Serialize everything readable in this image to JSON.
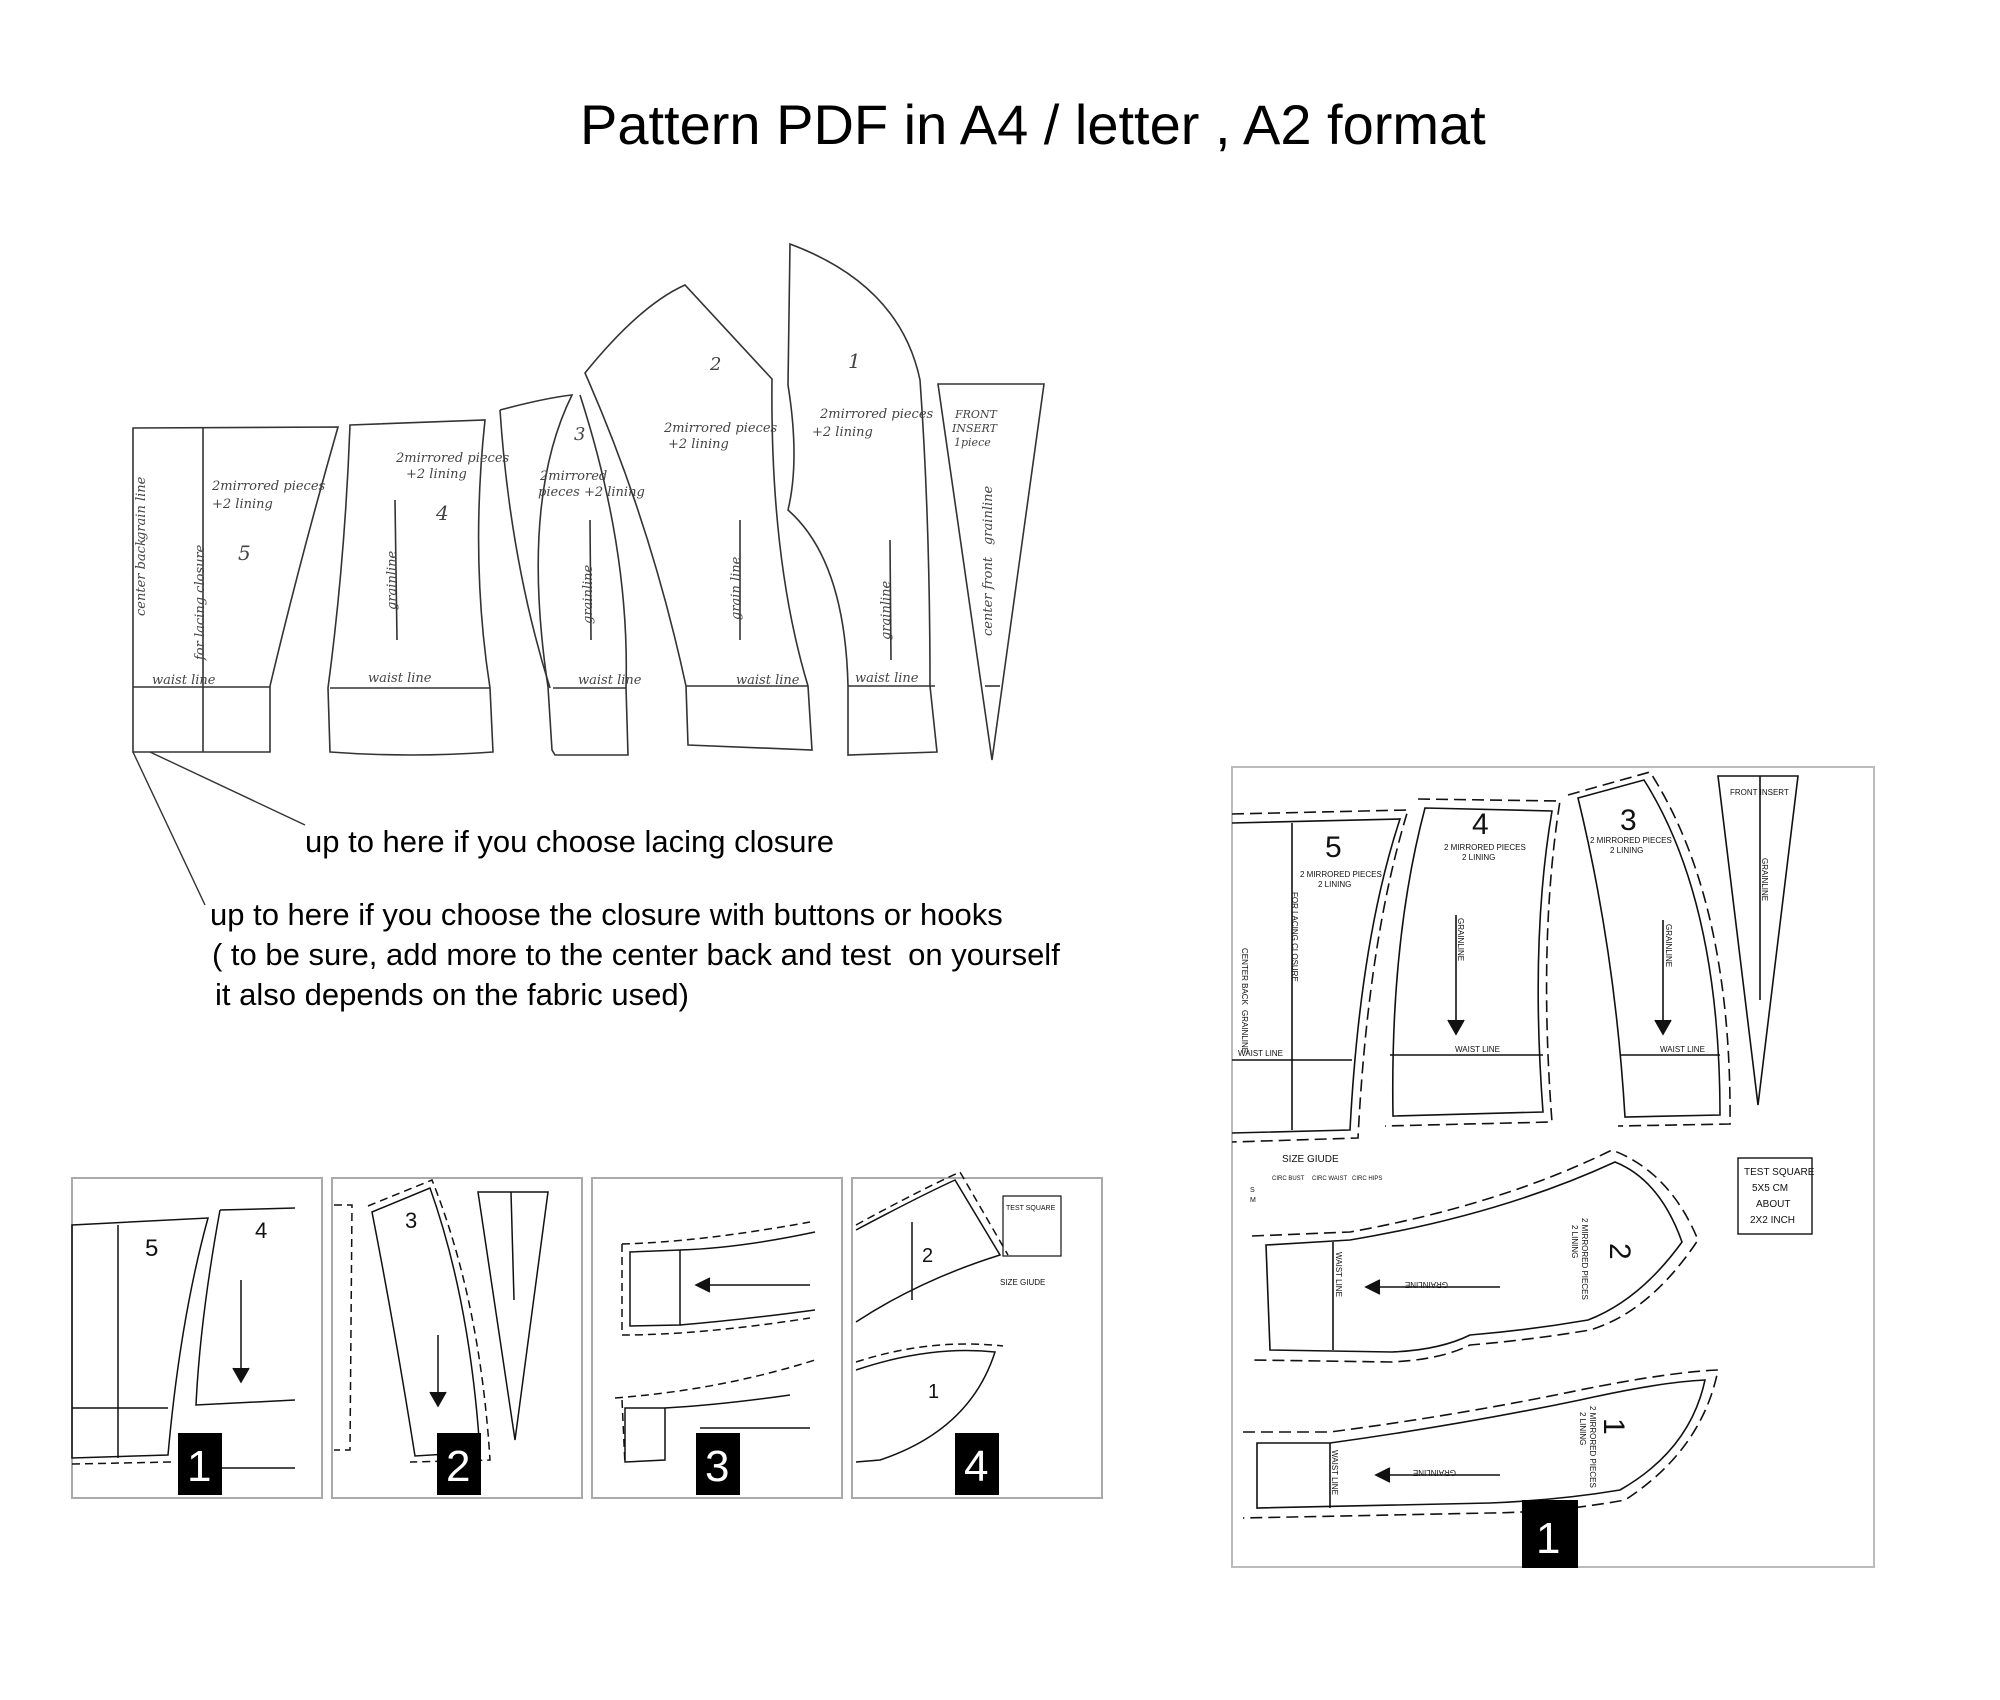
{
  "title": "Pattern PDF  in A4 / letter , A2 format",
  "notes": {
    "lacing": "up to here if you choose lacing closure",
    "buttons": "up to here if you choose the closure with buttons or hooks",
    "center_back": "( to be sure, add more to the center back and test  on yourself",
    "fabric": "it also depends on the fabric used)"
  },
  "hand_pattern": {
    "center_back": "center back",
    "grain_line": "grain line",
    "grainline": "grainline",
    "for_lacing": "for lacing closure",
    "waist_line": "waist line",
    "mirrored_pieces": "2mirrored pieces",
    "plus_lining": "+2 lining",
    "mirrored": "2mirrored",
    "pieces_lining": "pieces +2 lining",
    "front": "FRONT",
    "insert": "INSERT",
    "one_piece": "1piece",
    "center_front": "center front",
    "piece_5": "5",
    "piece_4": "4",
    "piece_3": "3",
    "piece_2": "2",
    "piece_1": "1"
  },
  "cad_sheet": {
    "piece_5": "5",
    "piece_4": "4",
    "piece_3": "3",
    "piece_2": "2",
    "piece_1": "1",
    "mirrored": "2 MIRRORED PIECES",
    "lining": "2 LINING",
    "center_back": "CENTER BACK",
    "grainline": "GRAINLINE",
    "for_lacing": "FOR LACING CLOSURE",
    "waist_line": "WAIST LINE",
    "front_insert": "FRONT INSERT",
    "size_guide": "SIZE GIUDE",
    "circ_bust": "CIRC BUST",
    "circ_waist": "CIRC WAIST",
    "circ_hips": "CIRC HIPS",
    "size_s": "S",
    "size_m": "M",
    "test_square": "TEST SQUARE",
    "test_size": "5X5 CM",
    "about": "ABOUT",
    "test_inch": "2X2 INCH",
    "page_number": "1"
  },
  "page_badges": [
    "1",
    "2",
    "3",
    "4"
  ]
}
